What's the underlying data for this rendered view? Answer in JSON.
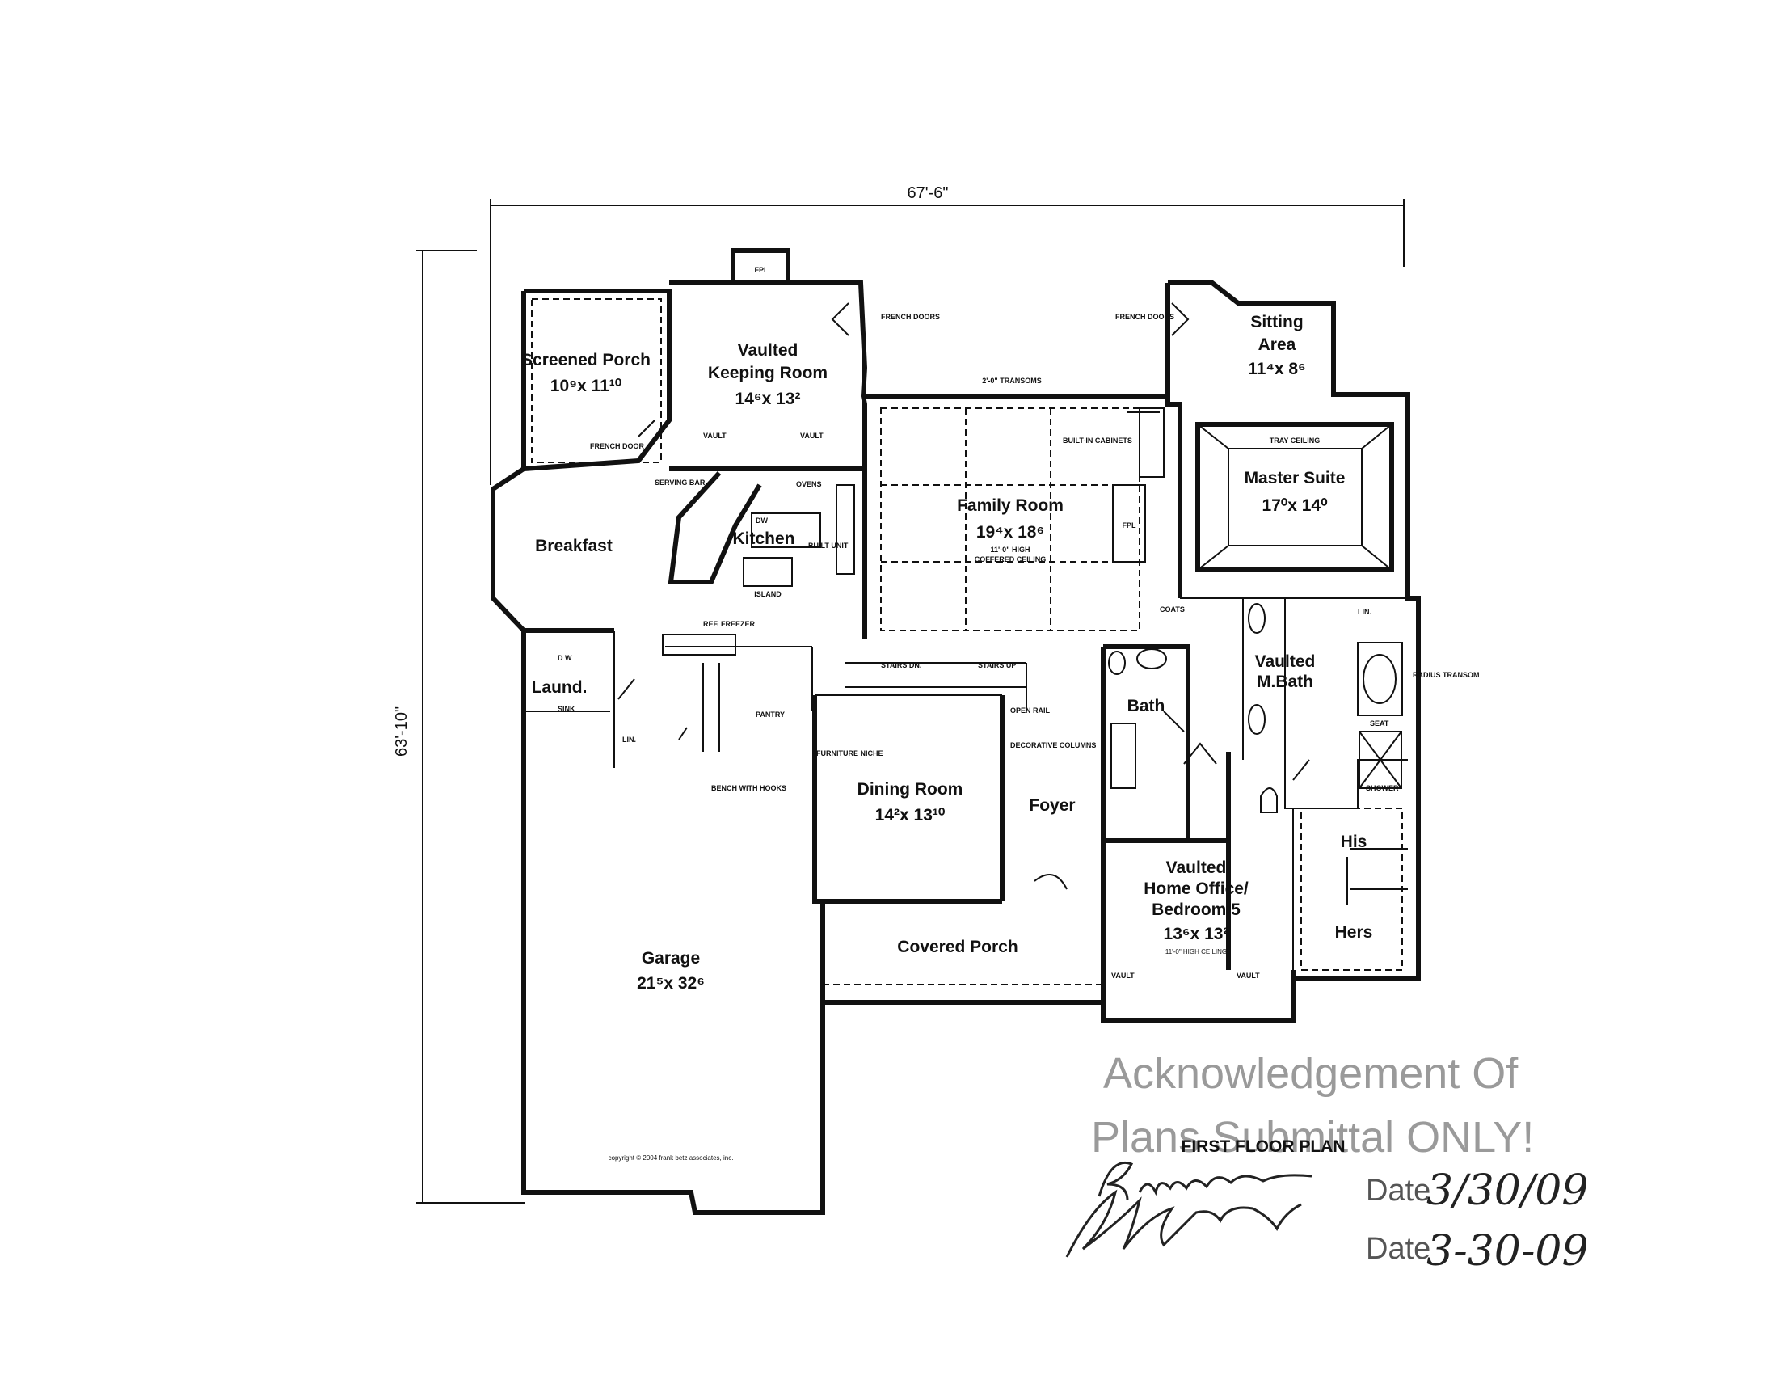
{
  "plan": {
    "title": "FIRST FLOOR PLAN",
    "overall_width": "67'-6\"",
    "overall_depth": "63'-10\"",
    "copyright": "copyright © 2004 frank betz associates, inc.",
    "rooms": {
      "screened_porch": {
        "name": "Screened Porch",
        "size": "10⁹x 11¹⁰"
      },
      "keeping_room": {
        "line1": "Vaulted",
        "line2": "Keeping Room",
        "size": "14⁶x 13²"
      },
      "sitting_area": {
        "line1": "Sitting",
        "line2": "Area",
        "size": "11⁴x 8⁶"
      },
      "master_suite": {
        "name": "Master Suite",
        "size": "17⁰x 14⁰"
      },
      "family_room": {
        "name": "Family Room",
        "size": "19⁴x 18⁶"
      },
      "breakfast": {
        "name": "Breakfast"
      },
      "kitchen": {
        "name": "Kitchen"
      },
      "laundry": {
        "name": "Laund."
      },
      "dining_room": {
        "name": "Dining Room",
        "size": "14²x 13¹⁰"
      },
      "foyer": {
        "name": "Foyer"
      },
      "bath": {
        "name": "Bath"
      },
      "master_bath": {
        "line1": "Vaulted",
        "line2": "M.Bath"
      },
      "his": {
        "name": "His"
      },
      "hers": {
        "name": "Hers"
      },
      "home_office": {
        "line1": "Vaulted",
        "line2": "Home Office/",
        "line3": "Bedroom 5",
        "size": "13⁶x 13²",
        "ceiling": "11'-0\" HIGH CEILING"
      },
      "covered_porch": {
        "name": "Covered Porch"
      },
      "garage": {
        "name": "Garage",
        "size": "21⁵x 32⁶"
      }
    },
    "notes": {
      "fpl_top": "FPL",
      "fpl_family": "FPL",
      "french_doors_left": "FRENCH DOORS",
      "french_doors_right": "FRENCH DOORS",
      "french_door_porch": "FRENCH DOOR",
      "transoms": "2'-0\" TRANSOMS",
      "built_in_cabinets": "BUILT-IN CABINETS",
      "tray_ceiling": "TRAY CEILING",
      "serving_bar": "SERVING BAR",
      "ovens": "OVENS",
      "dw": "DW",
      "built_unit": "BUILT UNIT",
      "island": "ISLAND",
      "coffered": "COFFERED CEILING",
      "family_ceiling": "11'-0\" HIGH",
      "vault_keep_left": "VAULT",
      "vault_keep_right": "VAULT",
      "coats": "COATS",
      "lin_mbath": "LIN.",
      "radius_transom": "RADIUS TRANSOM",
      "seat": "SEAT",
      "shower": "SHOWER",
      "stairs_dn": "STAIRS DN.",
      "stairs_up": "STAIRS UP",
      "open_rail": "OPEN RAIL",
      "decorative_columns": "DECORATIVE COLUMNS",
      "furniture_niche": "FURNITURE NICHE",
      "pantry": "PANTRY",
      "ref": "REF. FREEZER",
      "bench": "BENCH WITH HOOKS",
      "sink": "SINK",
      "lin_laund": "LIN.",
      "wd": "D  W",
      "vault_office_left": "VAULT",
      "vault_office_right": "VAULT"
    }
  },
  "stamp": {
    "line1": "Acknowledgement Of",
    "line2": "Plans Submittal ONLY!",
    "date_label_1": "Date",
    "date_value_1": "3/30/09",
    "date_label_2": "Date",
    "date_value_2": "3-30-09"
  }
}
